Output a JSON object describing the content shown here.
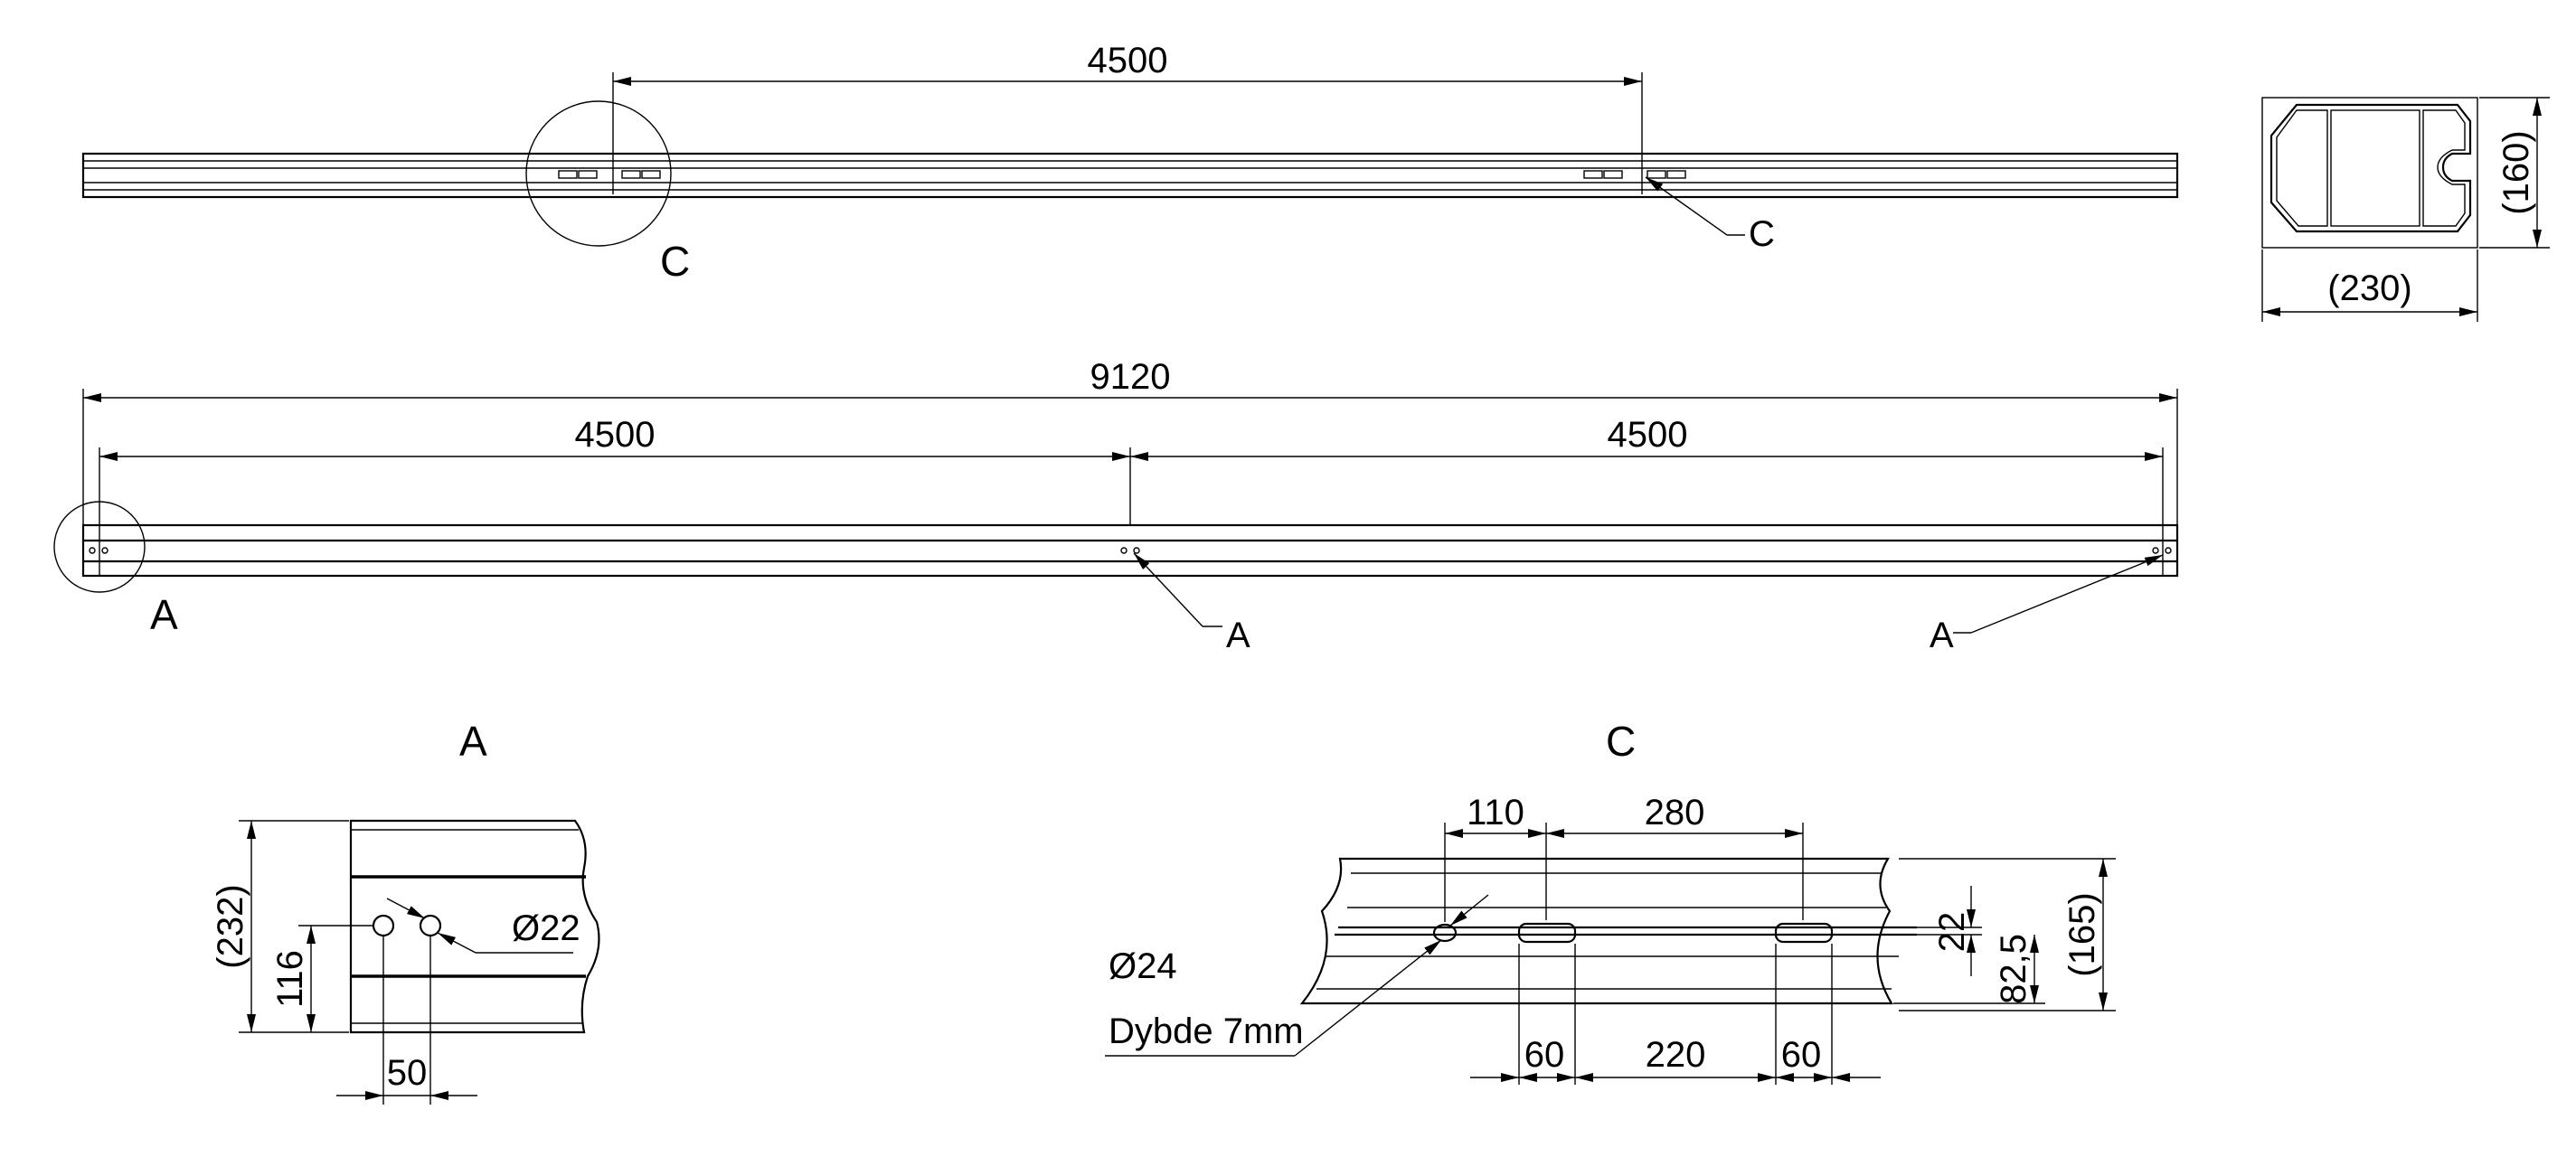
{
  "top_view": {
    "dim_4500": "4500",
    "detail_label_c_circle": "C",
    "leader_label_c": "C"
  },
  "section_view": {
    "width": "(230)",
    "height": "(160)"
  },
  "side_view": {
    "overall": "9120",
    "left_span": "4500",
    "right_span": "4500",
    "detail_label_a_circle": "A",
    "leader_label_a_mid": "A",
    "leader_label_a_right": "A"
  },
  "detail_a": {
    "title": "A",
    "height": "(232)",
    "hole_height": "116",
    "hole_diameter": "Ø22",
    "hole_spacing": "50"
  },
  "detail_c": {
    "title": "C",
    "dim_110": "110",
    "dim_280": "280",
    "dim_60_left": "60",
    "dim_220": "220",
    "dim_60_right": "60",
    "dim_22": "22",
    "dim_82_5": "82,5",
    "dim_165": "(165)",
    "hole_note_diameter": "Ø24",
    "hole_note_depth": "Dybde 7mm"
  }
}
